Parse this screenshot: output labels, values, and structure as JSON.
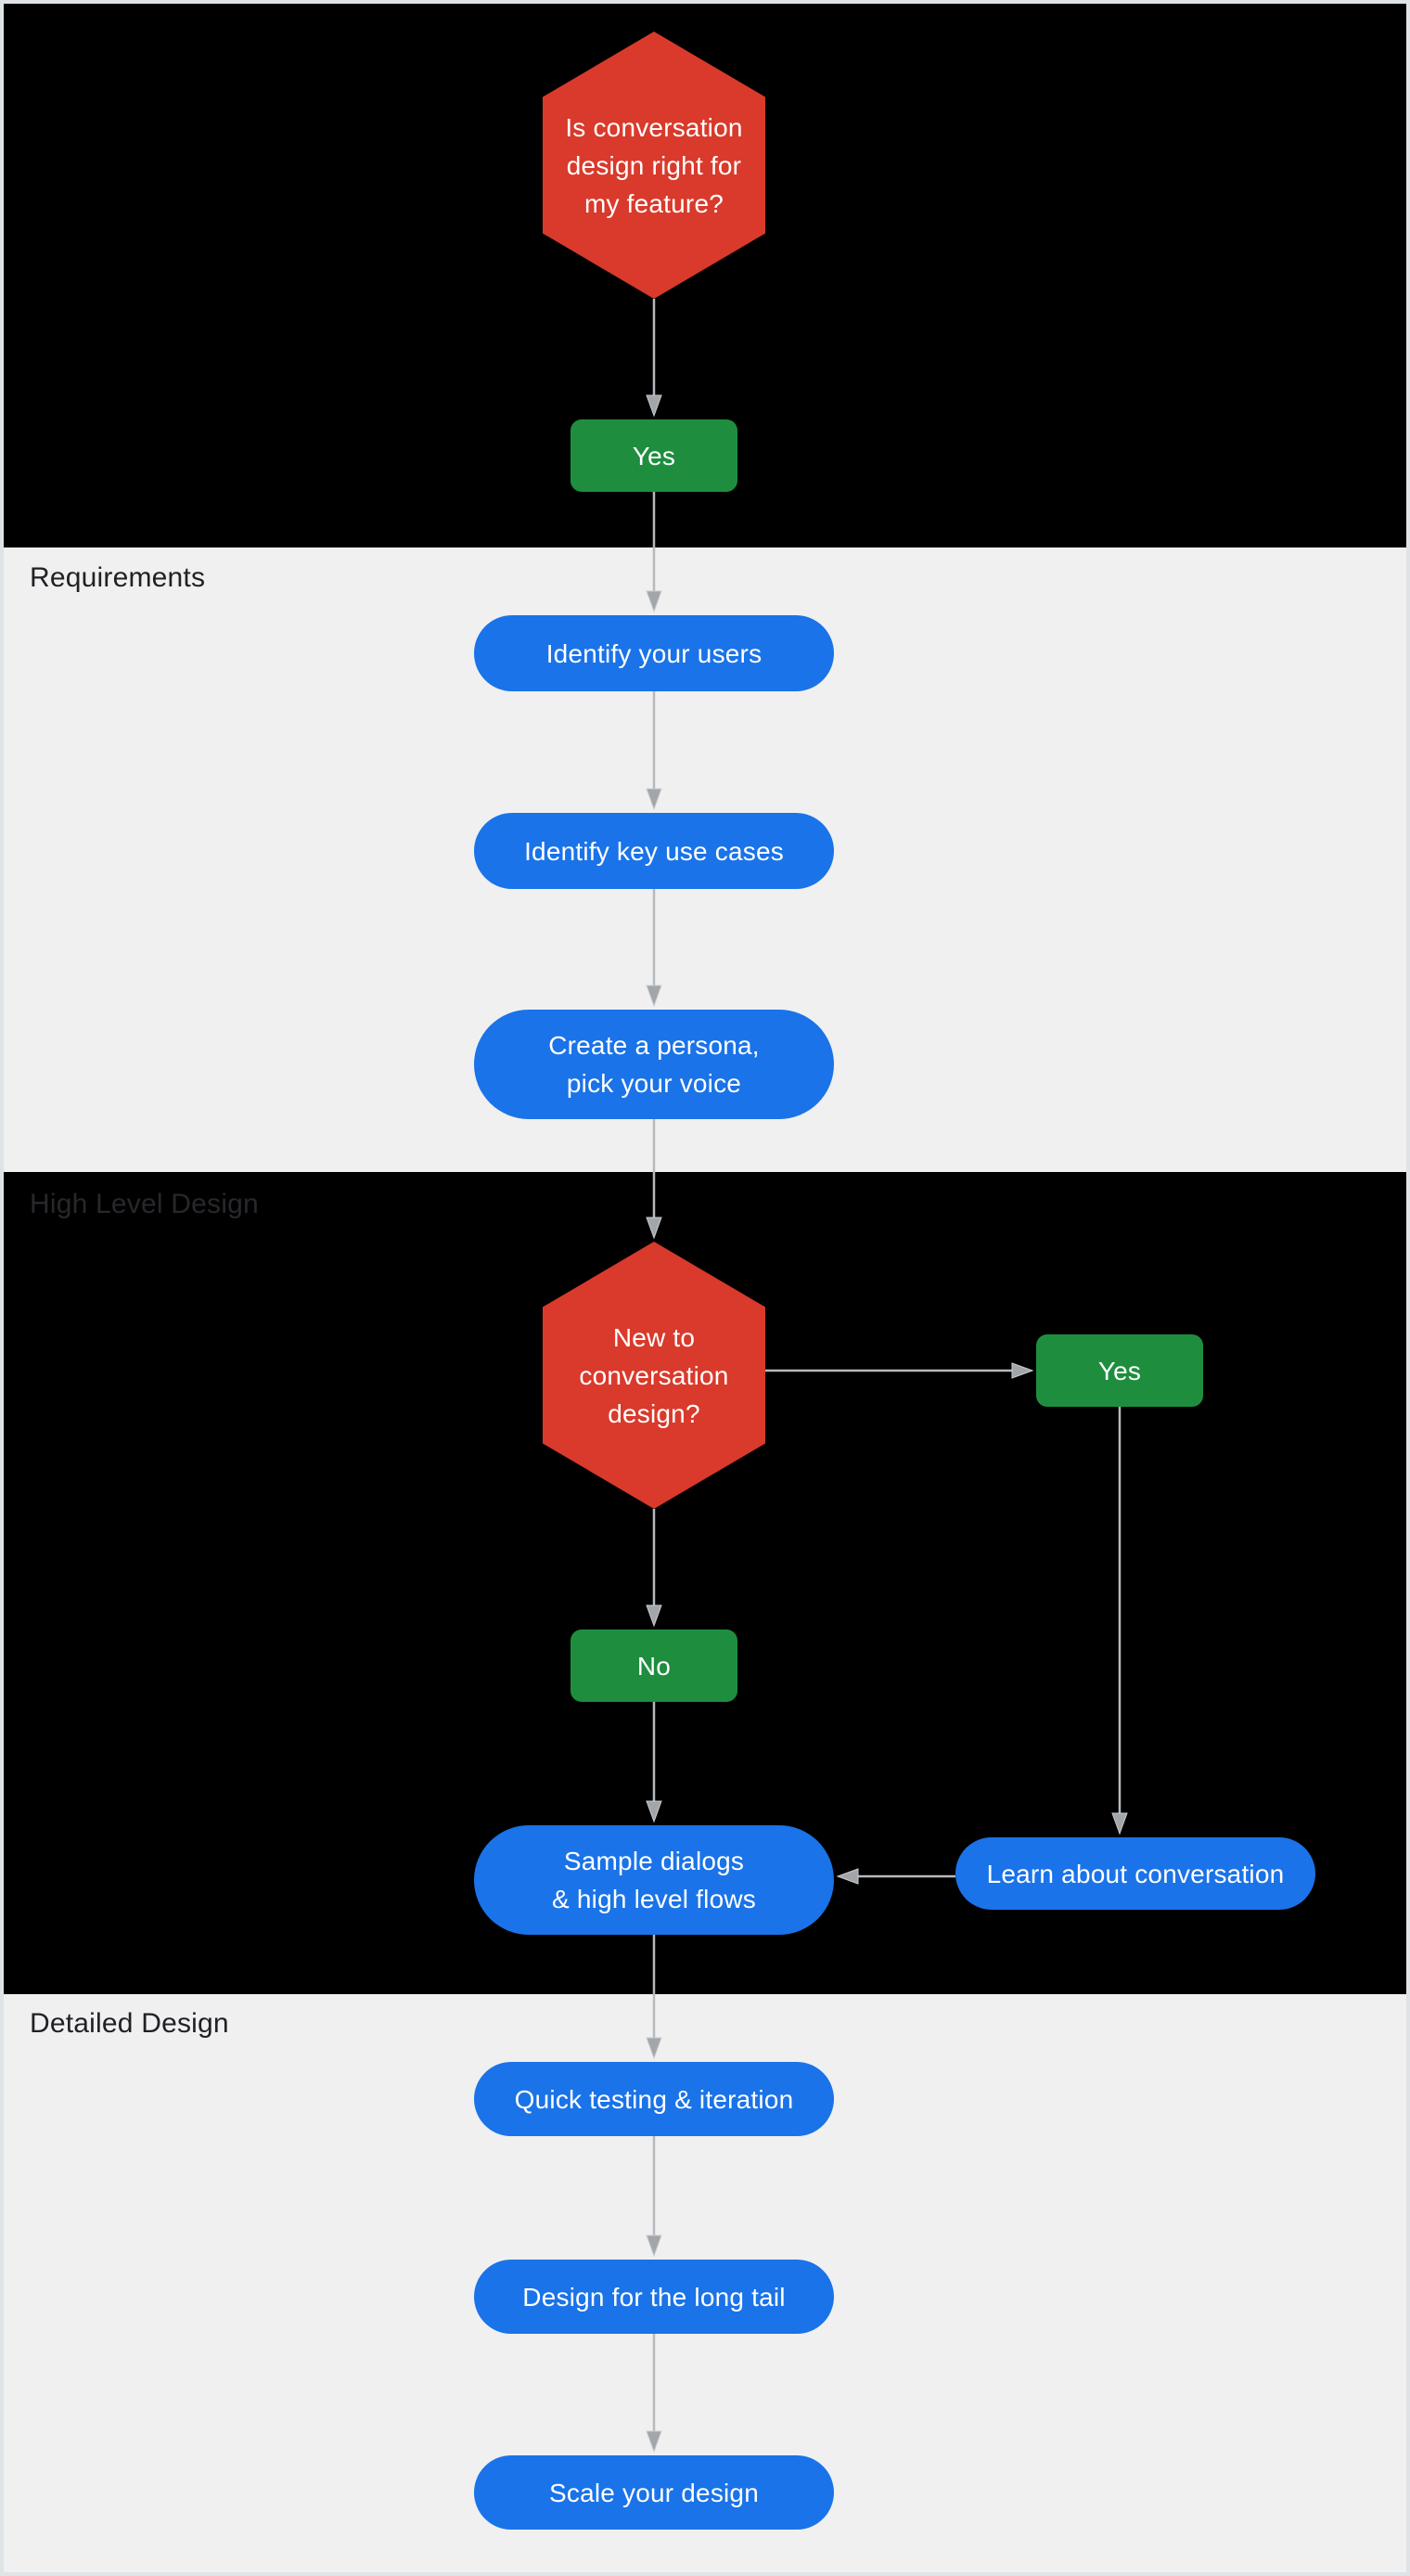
{
  "flowchart": {
    "sections": {
      "intro": {
        "background": "#000000"
      },
      "requirements": {
        "title": "Requirements",
        "background": "#F0F0F1"
      },
      "high_level_design": {
        "title": "High Level Design",
        "background": "#000000"
      },
      "detailed_design": {
        "title": "Detailed Design",
        "background": "#F0F0F1"
      }
    },
    "nodes": {
      "start_question": {
        "type": "decision",
        "shape": "hexagon",
        "label": "Is conversation\ndesign right for\nmy feature?"
      },
      "start_yes": {
        "type": "answer",
        "shape": "rounded-rect",
        "label": "Yes"
      },
      "identify_users": {
        "type": "step",
        "shape": "pill",
        "label": "Identify your users"
      },
      "identify_use_cases": {
        "type": "step",
        "shape": "pill",
        "label": "Identify key use cases"
      },
      "create_persona": {
        "type": "step",
        "shape": "pill",
        "label": "Create a persona,\npick your voice"
      },
      "new_to_conversation_design": {
        "type": "decision",
        "shape": "hexagon",
        "label": "New to\nconversation\ndesign?"
      },
      "new_yes": {
        "type": "answer",
        "shape": "rounded-rect",
        "label": "Yes"
      },
      "new_no": {
        "type": "answer",
        "shape": "rounded-rect",
        "label": "No"
      },
      "sample_dialogs": {
        "type": "step",
        "shape": "pill",
        "label": "Sample dialogs\n& high level flows"
      },
      "learn_about_conversation": {
        "type": "step",
        "shape": "pill",
        "label": "Learn about conversation"
      },
      "quick_testing": {
        "type": "step",
        "shape": "pill",
        "label": "Quick testing & iteration"
      },
      "design_long_tail": {
        "type": "step",
        "shape": "pill",
        "label": "Design for the long tail"
      },
      "scale_your_design": {
        "type": "step",
        "shape": "pill",
        "label": "Scale your design"
      }
    },
    "colors": {
      "decision_red": "#D93A2B",
      "answer_green": "#1E8E3E",
      "step_blue": "#1A73E8",
      "section_dark": "#000000",
      "section_light": "#F0F0F1",
      "connector_line": "#B6BABD",
      "connector_arrowhead": "#A2A6AA",
      "node_text": "#FFFFFF",
      "title_on_light": "#202124",
      "title_on_dark": "#26282B",
      "canvas_border": "#DFE3E6"
    }
  }
}
